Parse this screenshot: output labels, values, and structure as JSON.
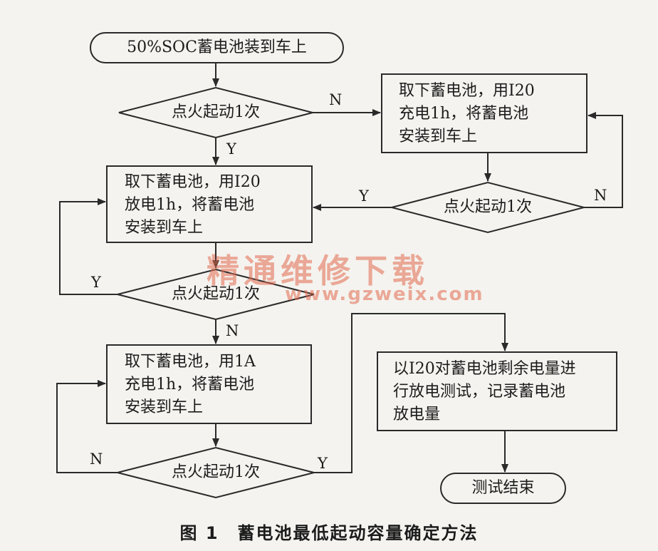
{
  "start": "50%SOC蓄电池装到车上",
  "decision1": "点火起动1次",
  "charge_box": [
    "取下蓄电池，用I20",
    "充电1h，将蓄电池",
    "安装到车上"
  ],
  "decision_right": "点火起动1次",
  "discharge_box": [
    "取下蓄电池，用I20",
    "放电1h，将蓄电池",
    "安装到车上"
  ],
  "decision2": "点火起动1次",
  "charge1a_box": [
    "取下蓄电池，用1A",
    "充电1h，将蓄电池",
    "安装到车上"
  ],
  "decision3": "点火起动1次",
  "test_box": [
    "以I20对蓄电池剩余电量进",
    "行放电测试，记录蓄电池",
    "放电量"
  ],
  "end": "测试结束",
  "edge_labels": {
    "d1_no": "N",
    "d1_yes": "Y",
    "dr_yes": "Y",
    "dr_no": "N",
    "d2_yes": "Y",
    "d2_no": "N",
    "d3_no": "N",
    "d3_yes": "Y"
  },
  "watermark": {
    "cn": "精通维修下载",
    "url": "www.gzweix.com"
  },
  "caption": "图 1　蓄电池最低起动容量确定方法"
}
